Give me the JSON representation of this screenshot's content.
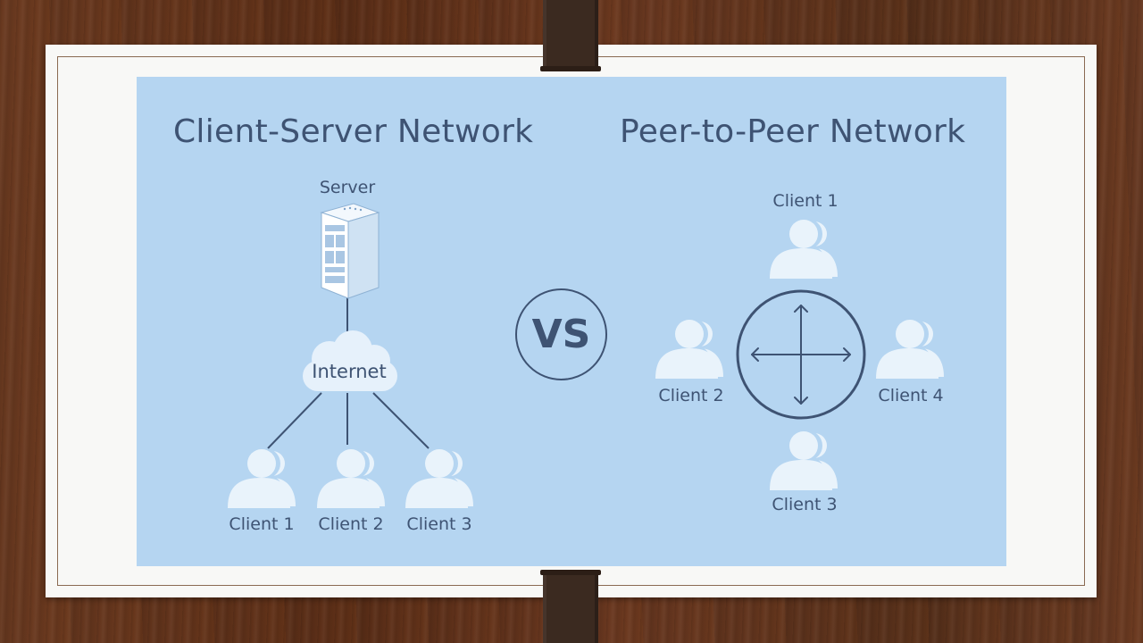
{
  "left": {
    "title": "Client-Server Network",
    "server_label": "Server",
    "internet_label": "Internet",
    "clients": [
      "Client 1",
      "Client 2",
      "Client 3"
    ]
  },
  "center": {
    "vs_label": "VS"
  },
  "right": {
    "title": "Peer-to-Peer Network",
    "clients": [
      "Client 1",
      "Client 2",
      "Client 3",
      "Client 4"
    ]
  },
  "colors": {
    "panel": "#b5d5f1",
    "ink": "#3e5373",
    "user_icon": "#e9f3fb",
    "card": "#f8f8f6",
    "wood": "#5a2f1a"
  },
  "icons": [
    "server-icon",
    "cloud-icon",
    "user-icon",
    "four-way-arrow-icon"
  ]
}
